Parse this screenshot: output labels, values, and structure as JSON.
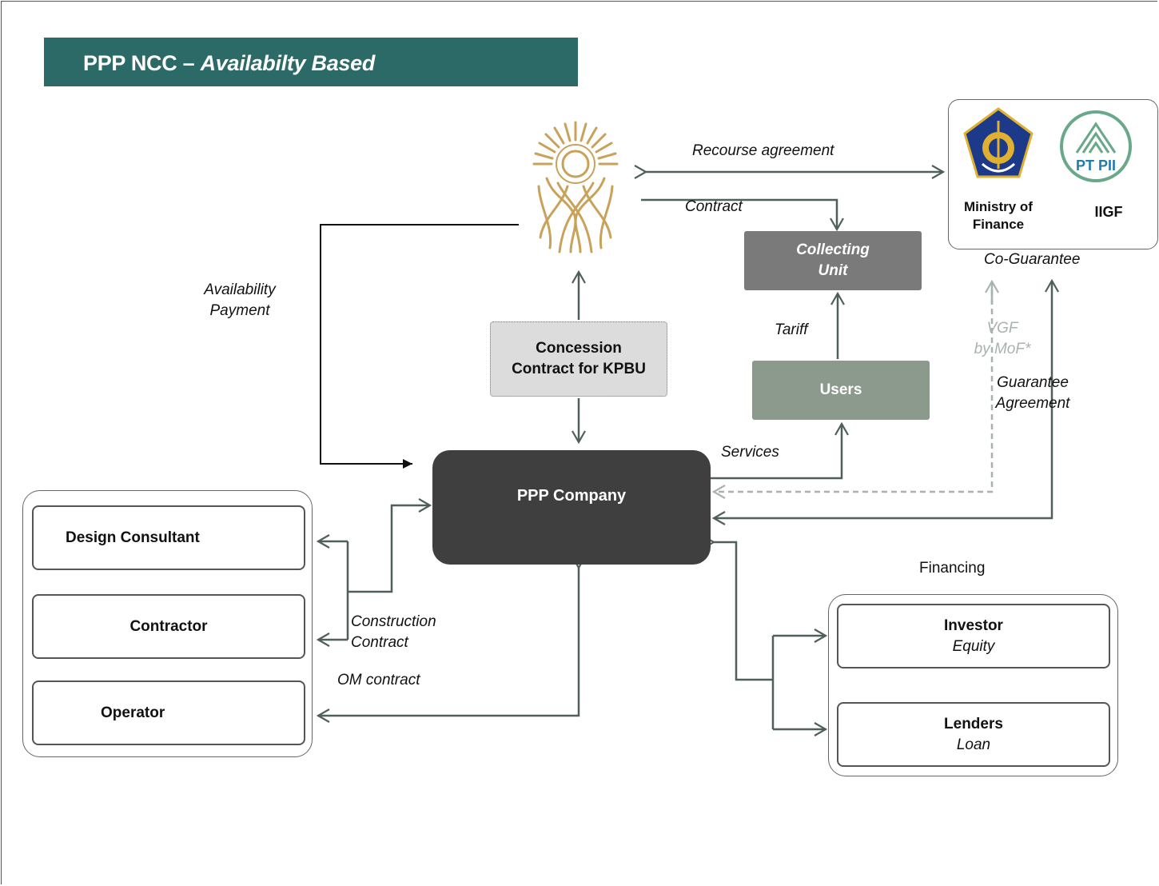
{
  "header": {
    "title_main": "PPP NCC – ",
    "title_italic": "Availabilty Based"
  },
  "nodes": {
    "ppp_company": "PPP Company",
    "concession_line1": "Concession",
    "concession_line2": "Contract for KPBU",
    "collecting_line1": "Collecting",
    "collecting_line2": "Unit",
    "users": "Users",
    "design_consultant": "Design Consultant",
    "contractor": "Contractor",
    "operator": "Operator",
    "investor": "Investor",
    "equity": "Equity",
    "lenders": "Lenders",
    "loan": "Loan",
    "ministry_line1": "Ministry of",
    "ministry_line2": "Finance",
    "iigf": "IIGF",
    "pt_pii_logo_text": "PT PII"
  },
  "labels": {
    "recourse": "Recourse agreement",
    "contract": "Contract",
    "availability_line1": "Availability",
    "availability_line2": "Payment",
    "tariff": "Tariff",
    "services": "Services",
    "co_guarantee": "Co-Guarantee",
    "vgf_line1": "VGF",
    "vgf_line2": "by MoF*",
    "guarantee_line1": "Guarantee",
    "guarantee_line2": "Agreement",
    "construction_line1": "Construction",
    "construction_line2": "Contract",
    "om_contract": "OM contract",
    "financing": "Financing"
  },
  "colors": {
    "title_bar": "#2b6a67",
    "ppp_company": "#3f3f3f",
    "collecting_unit": "#7a7a7a",
    "users": "#8c9a8e",
    "concession": "#dcdcdc",
    "connector": "#4f5f5c",
    "vgf_connector": "#a8b3b0",
    "gcca_logo": "#c9a25a"
  },
  "icons": {
    "gcca": "gcca-sun-logo",
    "ministry": "ministry-of-finance-emblem",
    "pt_pii": "pt-pii-logo"
  }
}
